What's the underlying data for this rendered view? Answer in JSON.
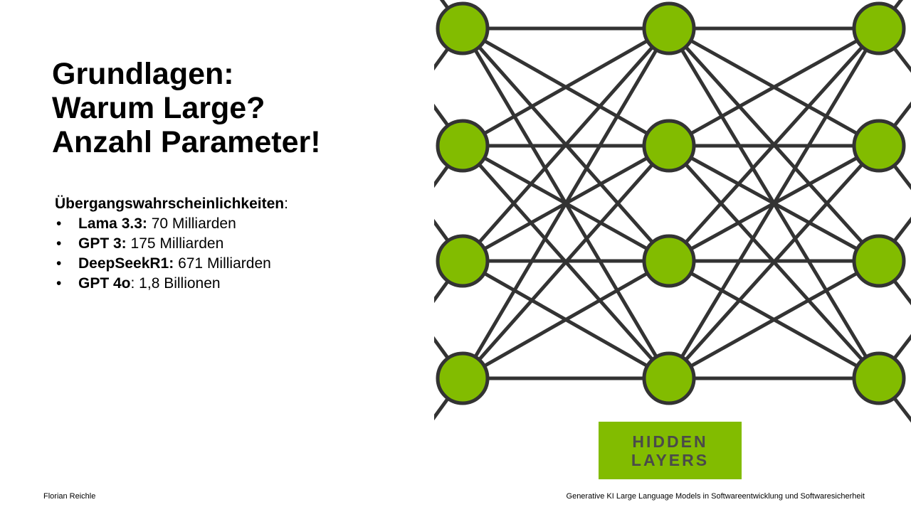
{
  "slide": {
    "title_lines": [
      "Grundlagen:",
      "Warum Large?",
      "Anzahl Parameter!"
    ],
    "heading": "Übergangswahrscheinlichkeiten",
    "heading_suffix": ":",
    "bullets": [
      {
        "term": "Lama 3.3:",
        "value": " 70 Milliarden"
      },
      {
        "term": "GPT 3:",
        "value": " 175 Milliarden"
      },
      {
        "term": "DeepSeekR1:",
        "value": " 671 Milliarden"
      },
      {
        "term": "GPT 4o",
        "value": ": 1,8 Billionen"
      }
    ],
    "bullet_glyph": "•"
  },
  "figure": {
    "logo_line1": "HIDDEN",
    "logo_line2": "LAYERS",
    "node_color": "#82bc00",
    "edge_color": "#333333"
  },
  "footer": {
    "author": "Florian Reichle",
    "course": "Generative KI Large Language Models in Softwareentwicklung und Softwaresicherheit"
  }
}
